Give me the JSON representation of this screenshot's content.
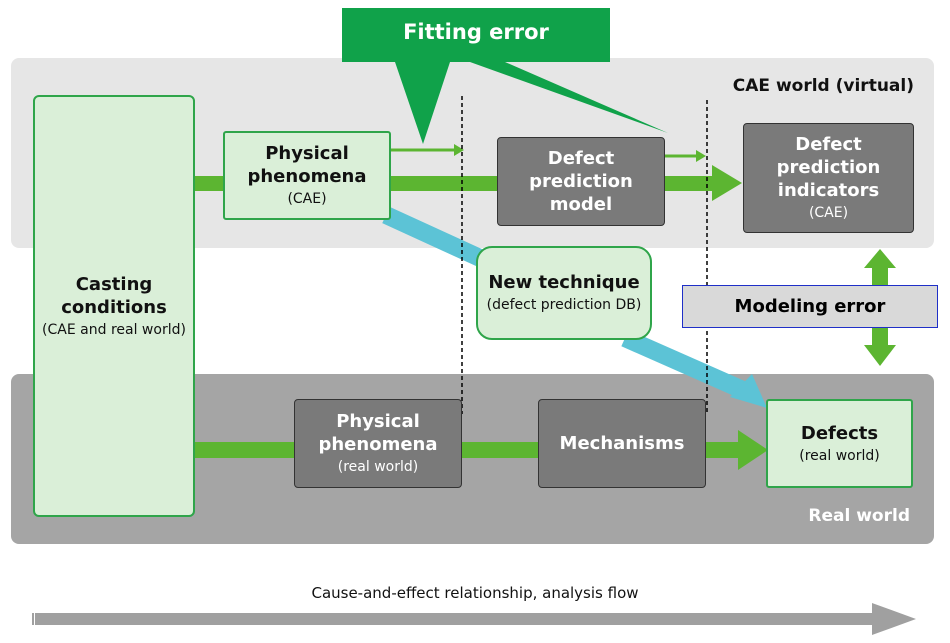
{
  "title_callout": "Fitting error",
  "cae_world_label": "CAE world (virtual)",
  "real_world_label": "Real world",
  "casting_conditions": {
    "title1": "Casting",
    "title2": "conditions",
    "sub": "(CAE and real world)"
  },
  "physical_phenomena_cae": {
    "title1": "Physical",
    "title2": "phenomena",
    "sub": "(CAE)"
  },
  "defect_prediction_model": {
    "title1": "Defect",
    "title2": "prediction",
    "title3": "model"
  },
  "defect_prediction_indicators": {
    "title1": "Defect",
    "title2": "prediction",
    "title3": "indicators",
    "sub": "(CAE)"
  },
  "new_technique": {
    "title": "New technique",
    "sub": "(defect prediction DB)"
  },
  "modeling_error": "Modeling error",
  "physical_phenomena_real": {
    "title1": "Physical",
    "title2": "phenomena",
    "sub": "(real world)"
  },
  "mechanisms": "Mechanisms",
  "defects": {
    "title": "Defects",
    "sub": "(real world)"
  },
  "flow_caption": "Cause-and-effect relationship, analysis flow",
  "colors": {
    "green_arrow": "#5cb531",
    "dark_green": "#10a24a",
    "blue_arrow": "#5cc3d6",
    "modeling_border": "#1f2fc8"
  }
}
